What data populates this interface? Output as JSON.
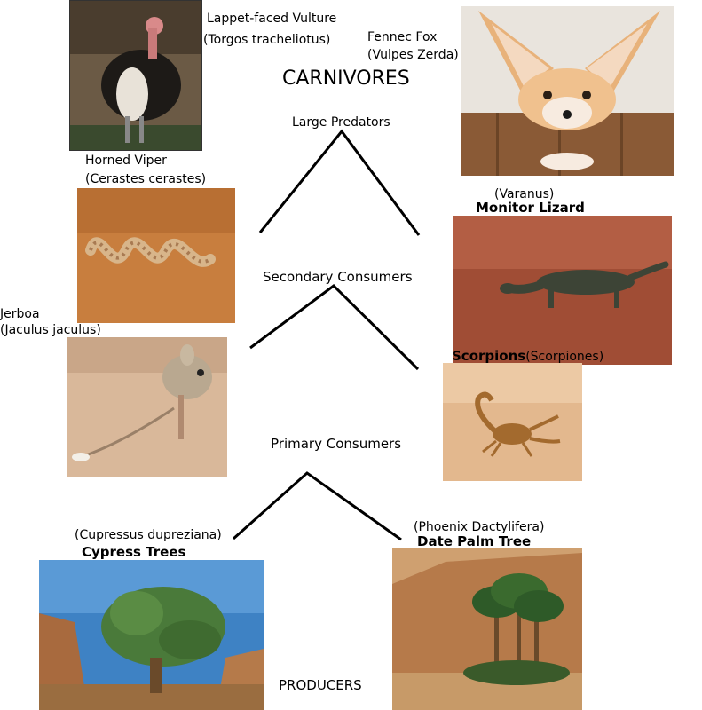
{
  "title": "CARNIVORES",
  "levels": {
    "large": "Large Predators",
    "secondary": "Secondary Consumers",
    "primary": "Primary Consumers",
    "producers": "PRODUCERS"
  },
  "organisms": {
    "vulture": {
      "name": "Lappet-faced Vulture",
      "sci": "(Torgos tracheliotus)"
    },
    "fox": {
      "name": "Fennec Fox",
      "sci": "(Vulpes Zerda)"
    },
    "viper": {
      "name": "Horned Viper",
      "sci": "(Cerastes cerastes)"
    },
    "monitor": {
      "name": "Monitor Lizard",
      "sci": "(Varanus)"
    },
    "jerboa": {
      "name": "Jerboa",
      "sci": "(Jaculus jaculus)"
    },
    "scorpion": {
      "name": "Scorpions",
      "sci": "(Scorpiones)"
    },
    "cypress": {
      "name": "Cypress Trees",
      "sci": "(Cupressus dupreziana)"
    },
    "palm": {
      "name": "Date Palm Tree",
      "sci": "(Phoenix Dactylifera)"
    }
  }
}
